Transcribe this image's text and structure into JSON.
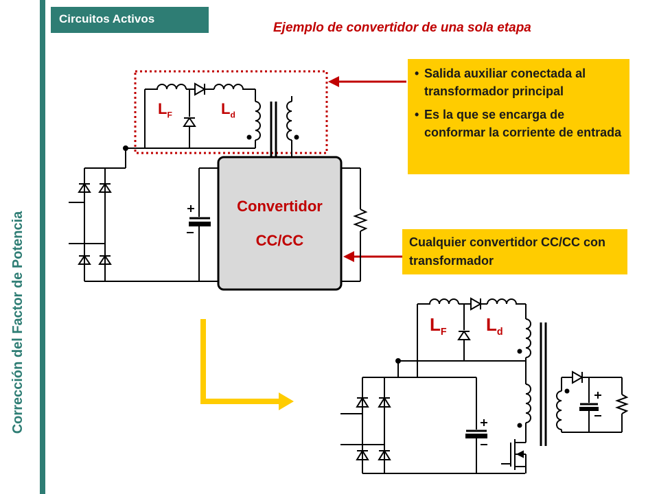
{
  "sidebar": {
    "title": "Corrección del Factor de Potencia"
  },
  "badge": {
    "label": "Circuitos Activos"
  },
  "header": {
    "title": "Ejemplo de convertidor de una sola etapa"
  },
  "notes": {
    "aux": [
      "Salida auxiliar conectada al transformador principal",
      "Es la que se encarga de conformar la corriente de entrada"
    ],
    "converter": "Cualquier convertidor CC/CC con transformador"
  },
  "converter_block": {
    "line1": "Convertidor",
    "line2": "CC/CC"
  },
  "inductor_labels": {
    "lf": "L",
    "lf_sub": "F",
    "ld": "L",
    "ld_sub": "d"
  },
  "colors": {
    "accent": "#2e7d74",
    "red": "#c00000",
    "note": "#ffcc00",
    "gray_block": "#d9d9d9"
  }
}
